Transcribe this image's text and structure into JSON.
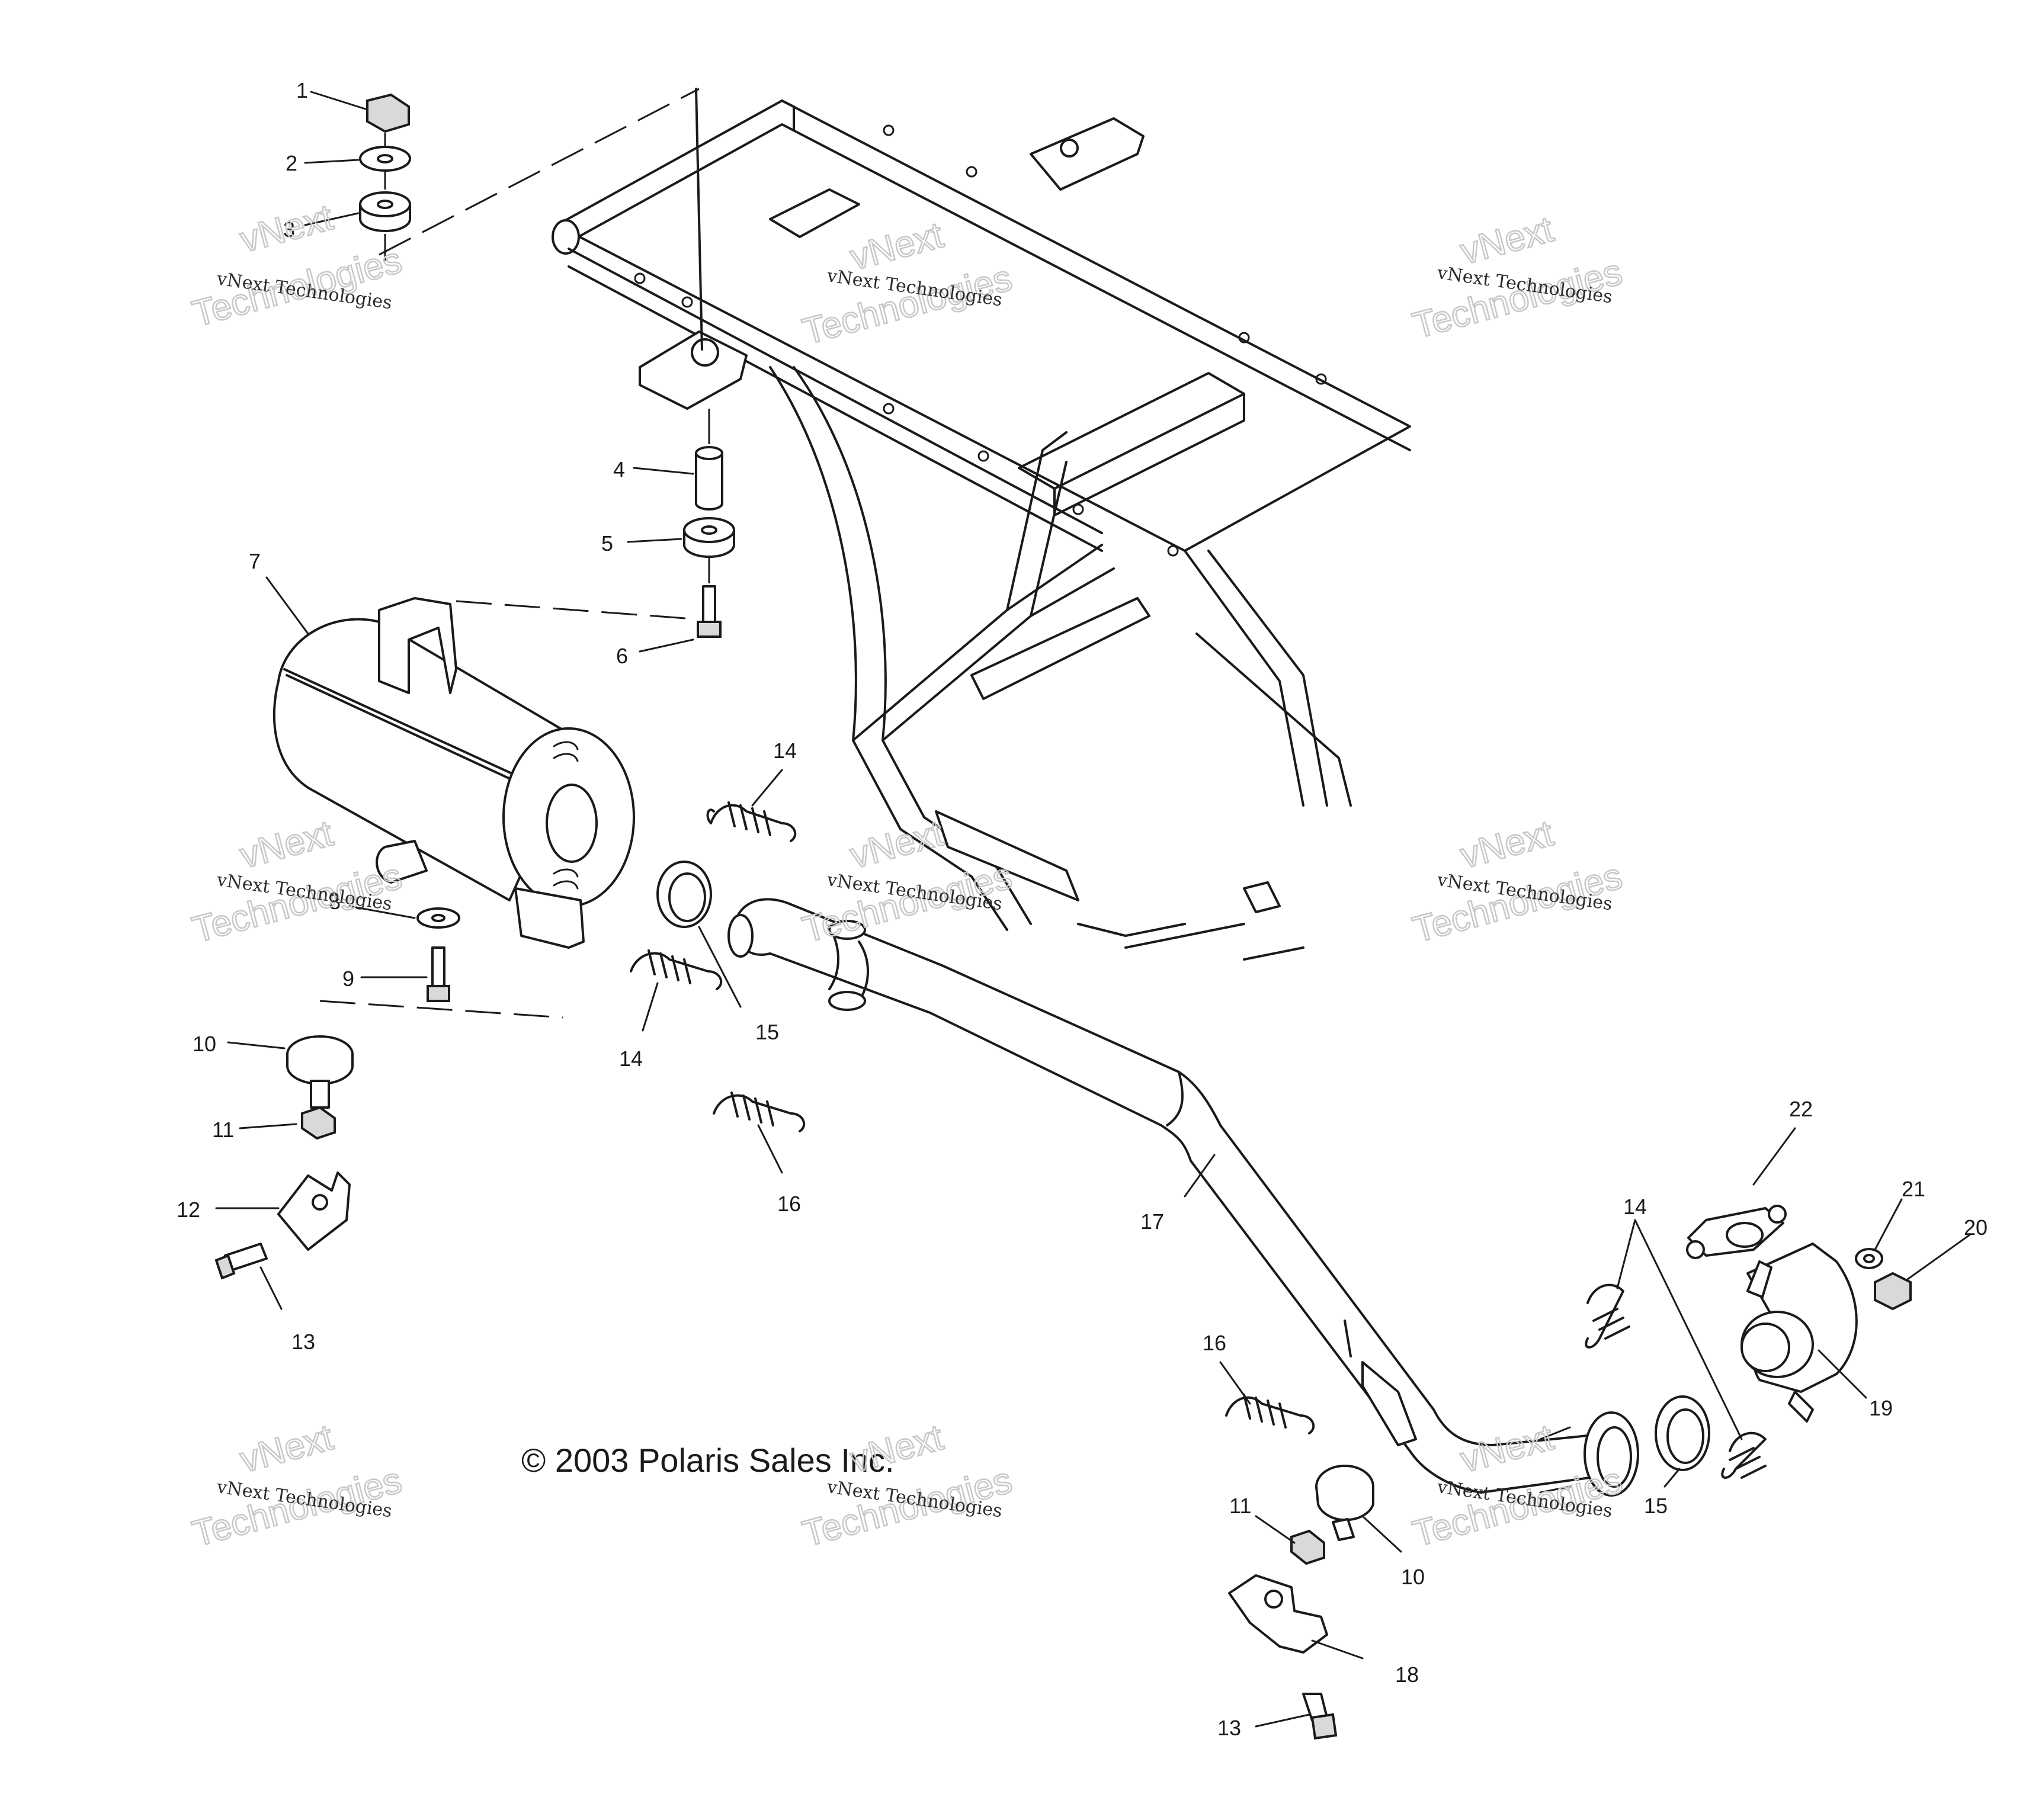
{
  "copyright": "© 2003 Polaris Sales Inc.",
  "watermark": {
    "company_line": "vNext Technologies",
    "outline_top": "vNext",
    "outline_bottom": "Technologies"
  },
  "callouts": {
    "c1": "1",
    "c2": "2",
    "c3": "3",
    "c4": "4",
    "c5": "5",
    "c6": "6",
    "c7": "7",
    "c8": "8",
    "c9": "9",
    "c10a": "10",
    "c11a": "11",
    "c12": "12",
    "c13a": "13",
    "c14a": "14",
    "c14b": "14",
    "c14c": "14",
    "c15a": "15",
    "c15b": "15",
    "c16a": "16",
    "c16b": "16",
    "c17": "17",
    "c18": "18",
    "c19": "19",
    "c20": "20",
    "c21": "21",
    "c22": "22",
    "c10b": "10",
    "c11b": "11",
    "c13b": "13"
  }
}
